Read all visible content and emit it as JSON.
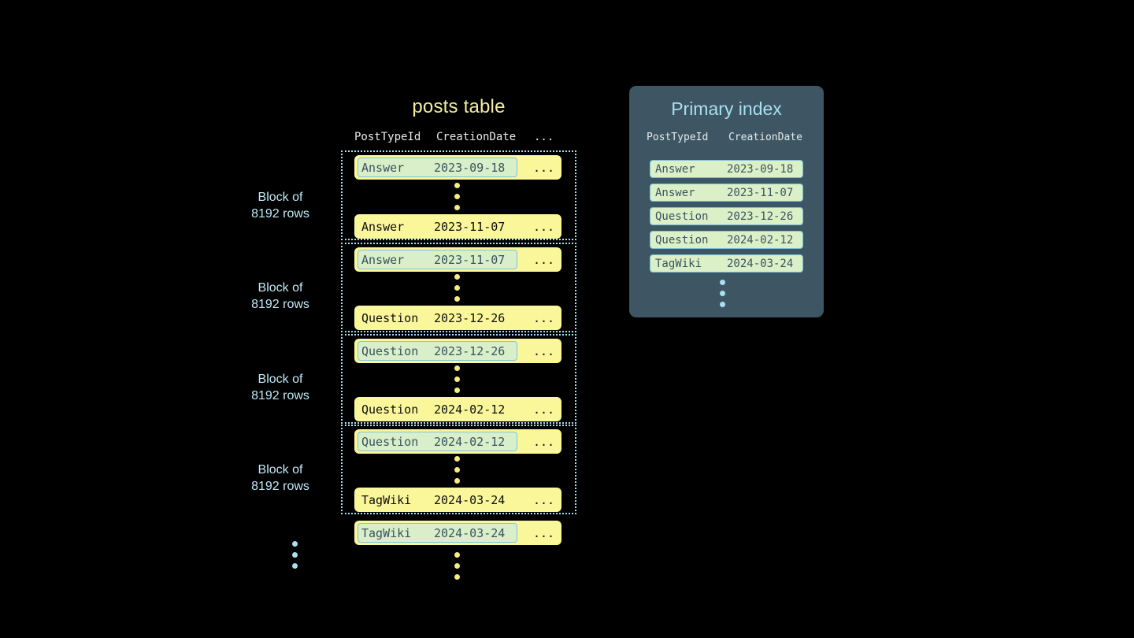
{
  "background": "#000000",
  "colors": {
    "row_yellow": "#faf79b",
    "highlight_mint": "#d8efc9",
    "highlight_border": "#7fc4d8",
    "block_border": "#a9dff2",
    "panel_slate": "#3e5663",
    "title_yellow": "#f2eda0",
    "title_cyan": "#a8dff2",
    "label_cyan": "#bfe9f7",
    "dot_yellow": "#f5ed7c",
    "dot_cyan": "#a9dff2",
    "header_text": "#e9eaea",
    "row_text": "#0d0d0d",
    "highlight_text": "#3b5260"
  },
  "posts_table": {
    "title": "posts table",
    "columns": [
      "PostTypeId",
      "CreationDate",
      "..."
    ],
    "ellipsis": "...",
    "block_label": "Block of\n8192 rows",
    "block_label_line1": "Block of",
    "block_label_line2": "8192 rows",
    "blocks": [
      {
        "label_line1": "Block of",
        "label_line2": "8192 rows",
        "first_row": {
          "post_type_id": "Answer",
          "creation_date": "2023-09-18",
          "more": "...",
          "highlighted": true
        },
        "last_row": {
          "post_type_id": "Answer",
          "creation_date": "2023-11-07",
          "more": "...",
          "highlighted": false
        }
      },
      {
        "label_line1": "Block of",
        "label_line2": "8192 rows",
        "first_row": {
          "post_type_id": "Answer",
          "creation_date": "2023-11-07",
          "more": "...",
          "highlighted": true
        },
        "last_row": {
          "post_type_id": "Question",
          "creation_date": "2023-12-26",
          "more": "...",
          "highlighted": false
        }
      },
      {
        "label_line1": "Block of",
        "label_line2": "8192 rows",
        "first_row": {
          "post_type_id": "Question",
          "creation_date": "2023-12-26",
          "more": "...",
          "highlighted": true
        },
        "last_row": {
          "post_type_id": "Question",
          "creation_date": "2024-02-12",
          "more": "...",
          "highlighted": false
        }
      },
      {
        "label_line1": "Block of",
        "label_line2": "8192 rows",
        "first_row": {
          "post_type_id": "Question",
          "creation_date": "2024-02-12",
          "more": "...",
          "highlighted": true
        },
        "last_row": {
          "post_type_id": "TagWiki",
          "creation_date": "2024-03-24",
          "more": "...",
          "highlighted": false
        }
      }
    ],
    "trailing_row": {
      "post_type_id": "TagWiki",
      "creation_date": "2024-03-24",
      "more": "...",
      "highlighted": true
    }
  },
  "primary_index": {
    "title": "Primary index",
    "columns": [
      "PostTypeId",
      "CreationDate"
    ],
    "rows": [
      {
        "post_type_id": "Answer",
        "creation_date": "2023-09-18"
      },
      {
        "post_type_id": "Answer",
        "creation_date": "2023-11-07"
      },
      {
        "post_type_id": "Question",
        "creation_date": "2023-12-26"
      },
      {
        "post_type_id": "Question",
        "creation_date": "2024-02-12"
      },
      {
        "post_type_id": "TagWiki",
        "creation_date": "2024-03-24"
      }
    ]
  }
}
